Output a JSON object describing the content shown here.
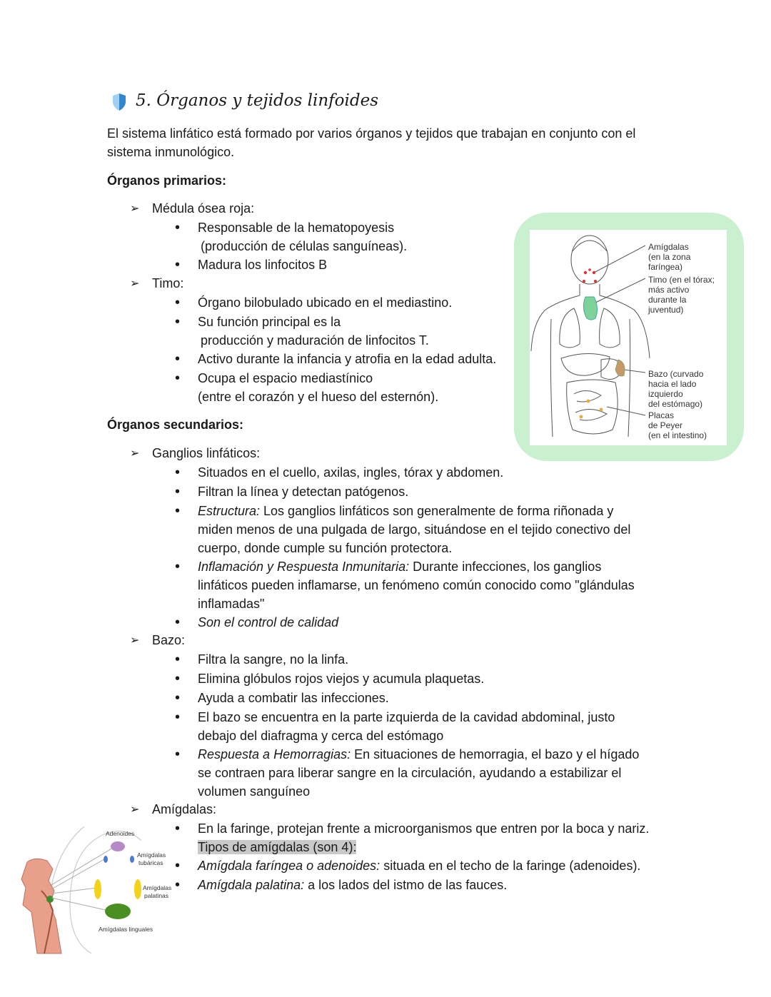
{
  "section": {
    "title": "5. Órganos y tejidos linfoides",
    "intro_1": "El sistema linfático está formado por varios órganos y tejidos que trabajan en conjunto con el",
    "intro_2": "sistema inmunológico."
  },
  "primary": {
    "heading": "Órganos primarios:",
    "medula": {
      "label": "Médula ósea roja:",
      "b1a": "Responsable de la hematopoyesis",
      "b1b": "(producción de células sanguíneas).",
      "b2": "Madura los linfocitos B"
    },
    "timo": {
      "label": "Timo:",
      "b1": "Órgano bilobulado ubicado en el mediastino.",
      "b2a": "Su función principal es la",
      "b2b": "producción y maduración de linfocitos T.",
      "b3": "Activo durante la infancia y atrofia en la edad adulta.",
      "b4a": "Ocupa el espacio mediastínico",
      "b4b": "(entre el corazón y el hueso del esternón)."
    }
  },
  "secondary": {
    "heading": "Órganos secundarios:",
    "ganglios": {
      "label": "Ganglios linfáticos:",
      "b1": "Situados en el cuello, axilas, ingles, tórax y abdomen.",
      "b2": "Filtran la línea y detectan patógenos.",
      "b3_em": "Estructura:",
      "b3a": " Los ganglios linfáticos son generalmente de forma riñonada y",
      "b3b": "miden menos de una pulgada de largo, situándose en el tejido conectivo del",
      "b3c": "cuerpo, donde cumple su función protectora.",
      "b4_em": "Inflamación y Respuesta Inmunitaria:",
      "b4a": " Durante infecciones, los ganglios",
      "b4b": "linfáticos pueden inflamarse, un fenómeno común conocido como \"glándulas",
      "b4c": "inflamadas\"",
      "b5": "Son el control de calidad"
    },
    "bazo": {
      "label": "Bazo:",
      "b1": "Filtra la sangre, no la linfa.",
      "b2": "Elimina glóbulos rojos viejos y acumula plaquetas.",
      "b3": "Ayuda a combatir las infecciones.",
      "b4a": "El bazo se encuentra en la parte izquierda de la cavidad abdominal, justo",
      "b4b": "debajo del diafragma y cerca del estómago",
      "b5_em": "Respuesta a Hemorragias:",
      "b5a": " En situaciones de hemorragia, el bazo y el hígado",
      "b5b": "se contraen para liberar sangre en la circulación, ayudando a estabilizar el",
      "b5c": "volumen sanguíneo"
    },
    "amigdalas": {
      "label": "Amígdalas:",
      "b1": "En la faringe, protejan frente a microorganismos que entren por la boca y nariz.",
      "types": "Tipos de amígdalas (son 4):",
      "b2_em": "Amígdala faríngea o adenoides:",
      "b2": " situada en el techo de la faringe (adenoides).",
      "b3_em": "Amígdala palatina:",
      "b3": " a los lados del istmo de las fauces."
    }
  },
  "figure_body": {
    "l1": "Amígdalas",
    "l2": "(en la zona",
    "l3": "faríngea)",
    "l4": "Timo (en el tórax;",
    "l5": "más activo",
    "l6": "durante la",
    "l7": "juventud)",
    "l8": "Bazo (curvado",
    "l9": "hacia el lado",
    "l10": "izquierdo",
    "l11": "del estómago)",
    "l12": "Placas",
    "l13": "de Peyer",
    "l14": "(en el intestino)"
  },
  "figure_tonsils": {
    "adenoides": "Adenoides",
    "tubaricas_1": "Amígdalas",
    "tubaricas_2": "tubáricas",
    "palatinas_1": "Amígdalas",
    "palatinas_2": "palatinas",
    "linguales": "Amígdalas linguales"
  },
  "colors": {
    "figure_frame": "#c9f0cf",
    "highlight": "#c9c9c9",
    "shield": "#3a8fd6"
  }
}
